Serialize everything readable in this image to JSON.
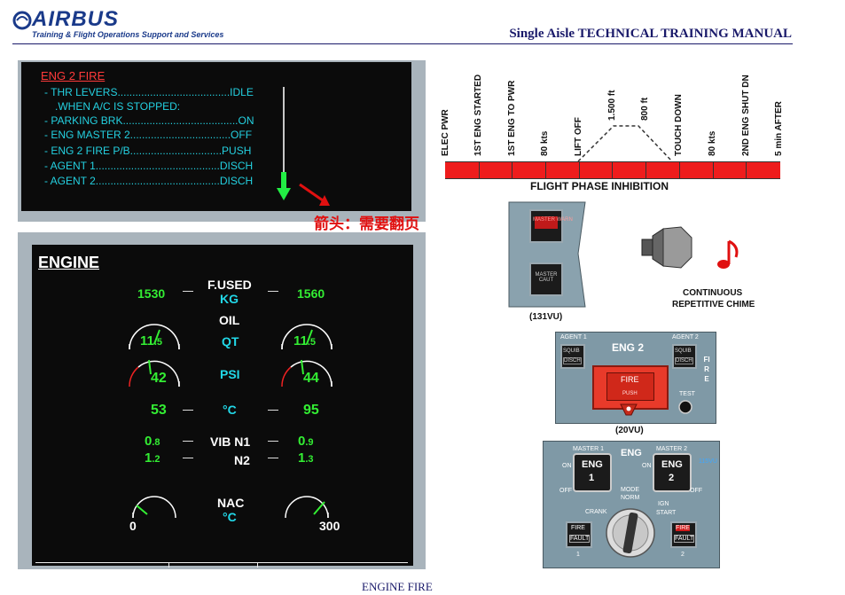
{
  "header": {
    "logo_text": "AIRBUS",
    "logo_subtitle": "Training & Flight Operations Support and Services",
    "manual_title": "Single Aisle TECHNICAL TRAINING MANUAL"
  },
  "footer": {
    "title": "ENGINE FIRE"
  },
  "ewd": {
    "title": "ENG 2 FIRE",
    "lines": [
      "- THR LEVERS......................................IDLE",
      ".WHEN A/C IS STOPPED:",
      "- PARKING BRK.......................................ON",
      "- ENG MASTER 2..................................OFF",
      "- ENG 2 FIRE P/B...............................PUSH",
      "- AGENT 1..........................................DISCH",
      "- AGENT 2..........................................DISCH"
    ],
    "note": "箭头：需要翻页"
  },
  "engine_sd": {
    "title": "ENGINE",
    "fused_label": "F.USED",
    "fused_unit": "KG",
    "fused_left": "1530",
    "fused_right": "1560",
    "oil_label": "OIL",
    "qt_unit": "QT",
    "qt_left_int": "11",
    "qt_left_dec": ".5",
    "qt_right_int": "11",
    "qt_right_dec": ".5",
    "psi_unit": "PSI",
    "psi_left": "42",
    "psi_right": "44",
    "temp_unit": "°C",
    "temp_left": "53",
    "temp_right": "95",
    "vib_n1_label": "VIB N1",
    "vib_n2_label": "N2",
    "vib_n1_left_int": "0",
    "vib_n1_left_dec": ".8",
    "vib_n1_right_int": "0",
    "vib_n1_right_dec": ".9",
    "vib_n2_left_int": "1",
    "vib_n2_left_dec": ".2",
    "vib_n2_right_int": "1",
    "vib_n2_right_dec": ".3",
    "nac_label": "NAC",
    "nac_unit": "°C",
    "nac_min": "0",
    "nac_max": "300"
  },
  "flight_phases": {
    "labels": [
      "ELEC PWR",
      "1ST ENG STARTED",
      "1ST ENG TO PWR",
      "80 kts",
      "LIFT OFF",
      "1.500 ft",
      "800 ft",
      "TOUCH DOWN",
      "80 kts",
      "2ND ENG SHUT DN",
      "5 min AFTER"
    ],
    "inhibition_label": "FLIGHT PHASE INHIBITION"
  },
  "panel_131vu": {
    "caption": "(131VU)",
    "master_warn_label": "MASTER WARN",
    "master_caut_label": "MASTER CAUT"
  },
  "chime": {
    "line1": "CONTINUOUS",
    "line2": "REPETITIVE CHIME"
  },
  "panel_20vu": {
    "caption": "(20VU)",
    "title": "ENG 2",
    "agent1_label": "AGENT 1",
    "agent2_label": "AGENT 2",
    "squib": "SQUIB",
    "disch": "DISCH",
    "fire_label": "FIRE",
    "push_label": "PUSH",
    "test_label": "TEST",
    "side_fire": "FIRE"
  },
  "eng_panel": {
    "title": "ENG",
    "master1_label": "MASTER 1",
    "master2_label": "MASTER 2",
    "eng_label": "ENG",
    "eng1_num": "1",
    "eng2_num": "2",
    "on_label": "ON",
    "off_label": "OFF",
    "vu_label": "115VU",
    "mode_label": "MODE",
    "norm_label": "NORM",
    "crank_label": "CRANK",
    "ign_label": "IGN",
    "start_label": "START",
    "fire_label": "FIRE",
    "fault_label": "FAULT",
    "num1": "1",
    "num2": "2"
  },
  "colors": {
    "warning_red": "#ee1c1c",
    "ecam_green": "#33ee33",
    "ecam_cyan": "#22d8e8",
    "panel_gray": "#7f99a6"
  }
}
